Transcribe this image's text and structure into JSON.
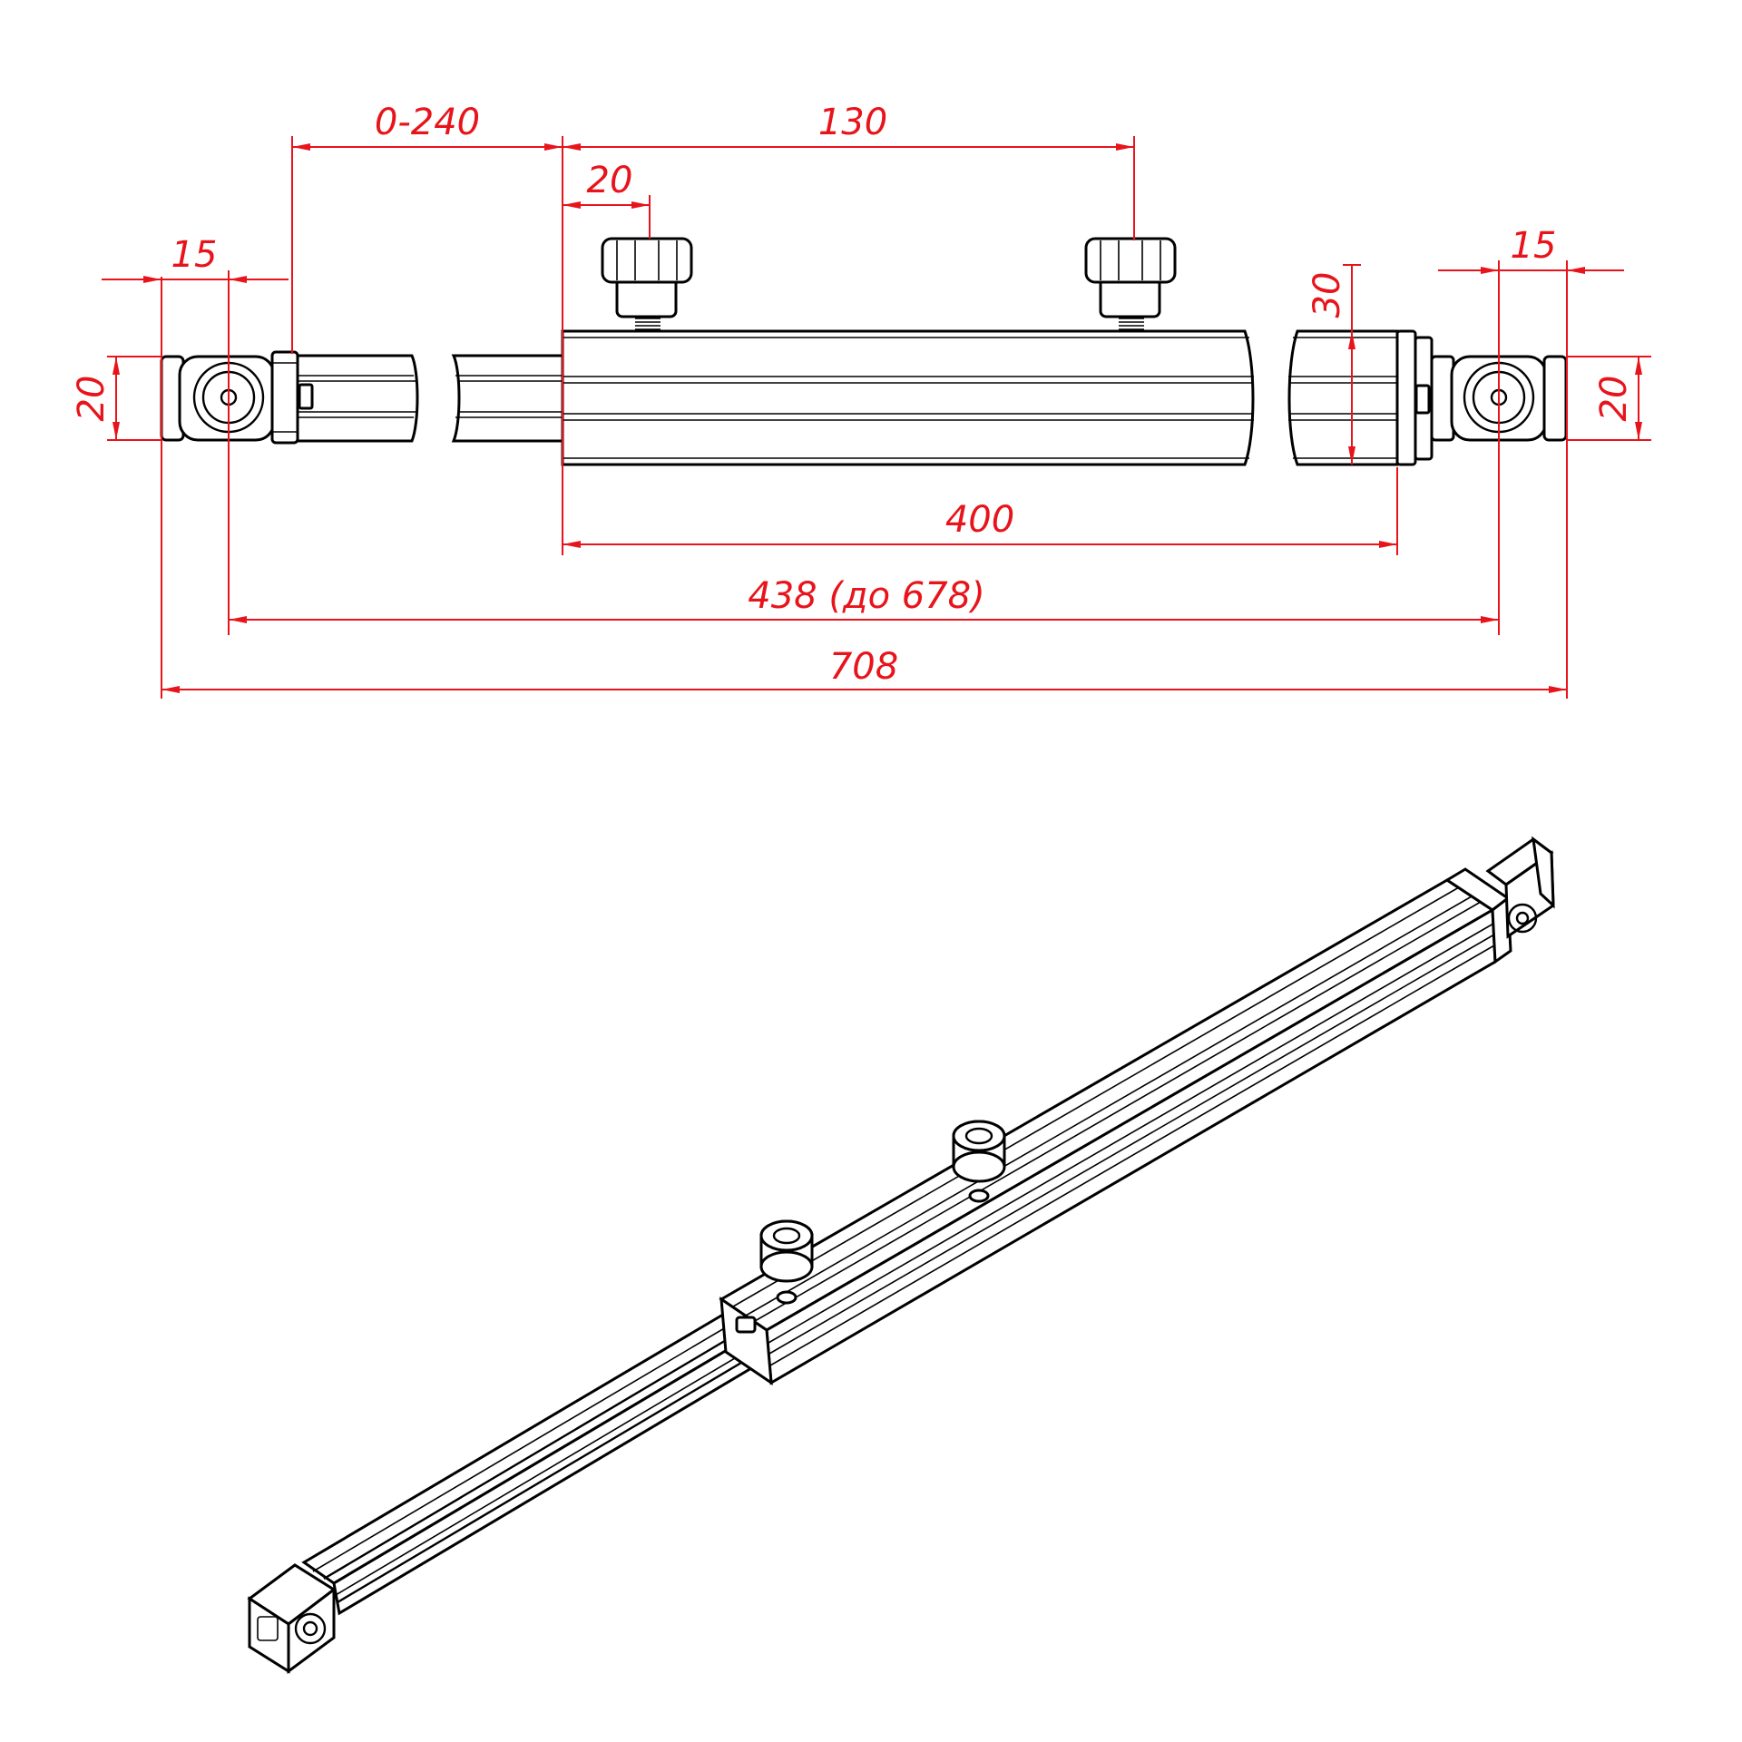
{
  "dimensions": {
    "stroke_range": "0-240",
    "knob_spacing": "130",
    "knob_offset": "20",
    "end_left_width": "15",
    "end_right_width": "15",
    "end_left_height": "20",
    "end_right_height": "20",
    "profile_height": "30",
    "profile_length": "400",
    "center_length": "438 (до 678)",
    "total_length": "708"
  },
  "colors": {
    "dimension": "#e8141b",
    "outline": "#000000",
    "background": "#ffffff"
  }
}
